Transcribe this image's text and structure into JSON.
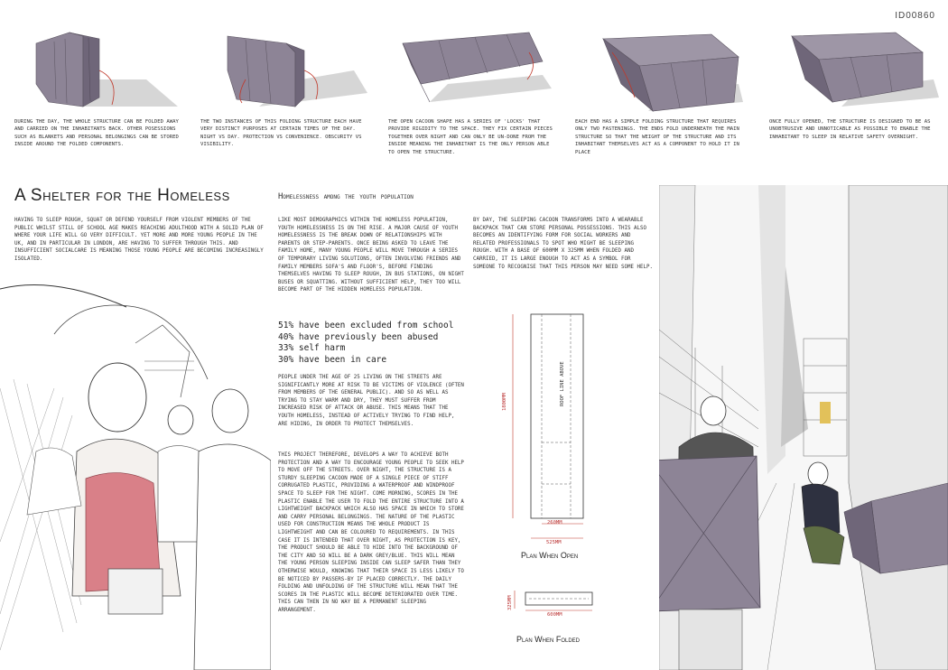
{
  "id_code": "ID00860",
  "title": "A Shelter for the Homeless",
  "subtitle": "Homelessness among the youth population",
  "captions": [
    "During the day, the whole structure can be folded away and carried on the inhabitants back. Other posessions such as blankets and personal belongings can be stored inside around the folded components.",
    "The two instances of this folding structure each have very distinct purposes at certain times of the day. Night vs day. Protection vs convenience. Obscurity vs visibility.",
    "The open cacoon shape has a series of 'locks' that provide rigidity to the space. They fix certain pieces together over night and can only be un-done from the inside meaning the inhabitant is the only person able to open the structure.",
    "Each end has a simple folding structure that requires only two fastenings. The ends fold underneath the main structure so that the weight of the structure and its inhabitant themselves act as a component to hold it in place",
    "Once fully opened, the structure is designed to be as unobtrusive and unnoticable as possible to enable the inhabitant to sleep in relative safety overnight."
  ],
  "intro": "Having to sleep rough, squat or defend yourself from violent members of the public whilst still of school age makes reaching adulthood with a solid plan of where your life will go very difficult. Yet more and more young people in the UK, and in particular in London, are having to suffer through this. And insufficient socialcare is meaning those young people are becoming increasingly isolated.",
  "col2_p1": "Like most demographics within the homeless population, youth homelessness is on the rise. A major cause of youth homelessness is the break down of relationships with parents or step-parents. Once being asked to leave the family home, many young people will move through a series of temporary living solutions, often involving friends and family members sofa's and floor's, before finding themselves having to sleep rough, in bus stations, on night buses or squatting. Without sufficient help, they too will become part of the hidden homeless population.",
  "stats": [
    "51% have been excluded from school",
    "40% have previously been abused",
    "33% self harm",
    "30% have been in care"
  ],
  "col2_p2": "People under the age of 25 living on the streets are significantly more at risk to be victims of violence (often from members of the general public). And so as well as trying to stay warm and dry, they must suffer from increased risk of attack or abuse. This means that the youth homeless, instead of actively trying to find help, are hiding, in order to protect themselves.",
  "col2_p3": "This project therefore, develops a way to achieve both protection and a way to encourage young people to seek help to move off the streets. Over night, the structure is a sturdy sleeping cacoon made of a single piece of stiff corrugated plastic, providing a waterproof and windproof space to sleep for the night. Come morning, scores in the plastic enable the user to fold the entire structure into a lightweight backpack which also has space in which to store and carry personal belongings. The nature of the plastic used for construction means the whole product is lightweight and can be coloured to requirements. In this case it is intended that over night, as protection is key, the product should be able to hide into the background of the city and so will be a dark grey/blue. This will mean the young person sleeping inside can sleep safer than they otherwise would, knowing that their space is less likely to be noticed by passers-by if placed correctly. The daily folding and unfolding of the structure will mean that the scores in the plastic will become deteriorated over time. This can then in no way be a permanent sleeping arrangement.",
  "col3_p1": "By day, the sleeping cacoon transforms into a wearable backpack that can store personal possessions. This also becomes an identifying form for social workers and related professionals to spot who might be sleeping rough. With a base of 600mm x 325mm when folded and carried, it is large enough to act as a symbol for someone to recognise that this person may need some help.",
  "plan_open": {
    "label": "Plan When Open",
    "dim_length": "1800mm",
    "dim_inner": "260mm",
    "dim_width": "525mm",
    "roof_note": "Roof line above"
  },
  "plan_folded": {
    "label": "Plan When Folded",
    "dim_depth": "325mm",
    "dim_width": "600mm"
  },
  "colors": {
    "structure": "#8d8496",
    "accent_red": "#c0392b",
    "backpack": "#d98088"
  }
}
